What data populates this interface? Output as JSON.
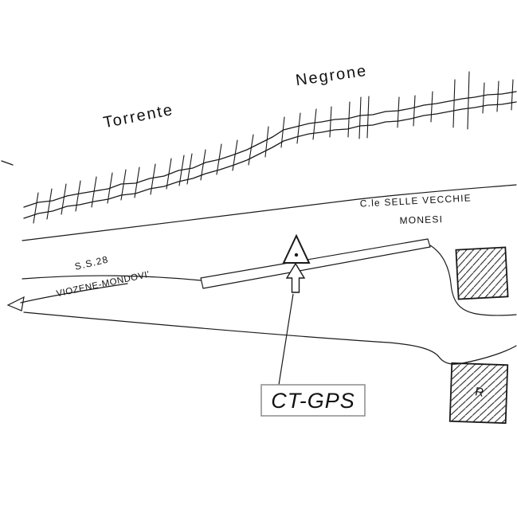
{
  "colors": {
    "ink": "#1a1a1a",
    "background": "#ffffff",
    "label_box_border": "#8c8c8c"
  },
  "map": {
    "stream": {
      "label_left": "Torrente",
      "label_right": "Negrone"
    },
    "roads": {
      "pass_label_line1": "C.le SELLE VECCHIE",
      "pass_label_line2": "MONESI",
      "highway_label_line1": "S.S.28",
      "highway_label_line2": "VIOZENE-MONDOVI'"
    },
    "station": {
      "label": "CT-GPS"
    },
    "building": {
      "letter": "R"
    }
  }
}
